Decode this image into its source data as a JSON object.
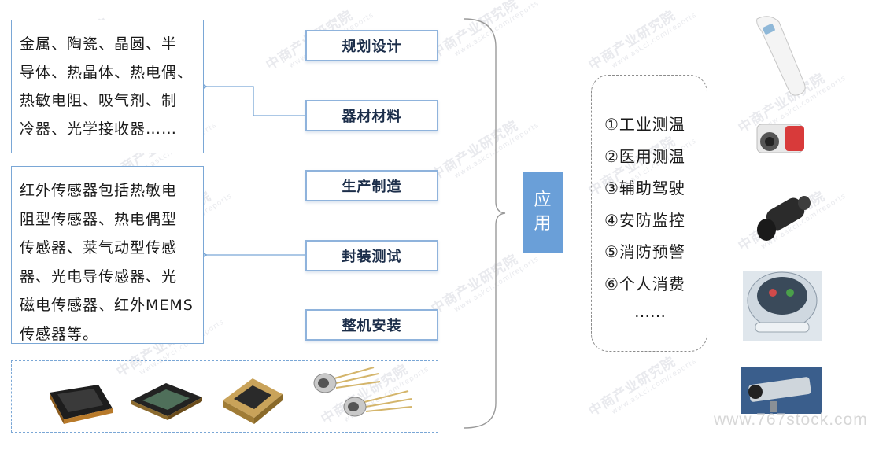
{
  "materials_box": {
    "lines": [
      "金属、陶瓷、晶圆、半",
      "导体、热晶体、热电偶、",
      "热敏电阻、吸气剂、制",
      "冷器、光学接收器……"
    ]
  },
  "sensors_box": {
    "lines": [
      "红外传感器包括热敏电",
      "阻型传感器、热电偶型",
      "传感器、莱气动型传感",
      "器、光电导传感器、光",
      "磁电传感器、红外MEMS",
      "传感器等。"
    ]
  },
  "process_steps": [
    "规划设计",
    "器材材料",
    "生产制造",
    "封装测试",
    "整机安装"
  ],
  "application": {
    "label_top": "应",
    "label_bottom": "用",
    "items": [
      "①工业测温",
      "②医用测温",
      "③辅助驾驶",
      "④安防监控",
      "⑤消防预警",
      "⑥个人消费"
    ],
    "more": "……"
  },
  "watermark": {
    "brand": "中商产业研究院",
    "url": "www.askci.com/reports"
  },
  "footer_url": "www.767stock.com",
  "colors": {
    "box_border": "#7aa7d6",
    "step_border": "#8fb3dc",
    "app_block": "#6a9fd8",
    "arrow": "#7aa7d6"
  }
}
